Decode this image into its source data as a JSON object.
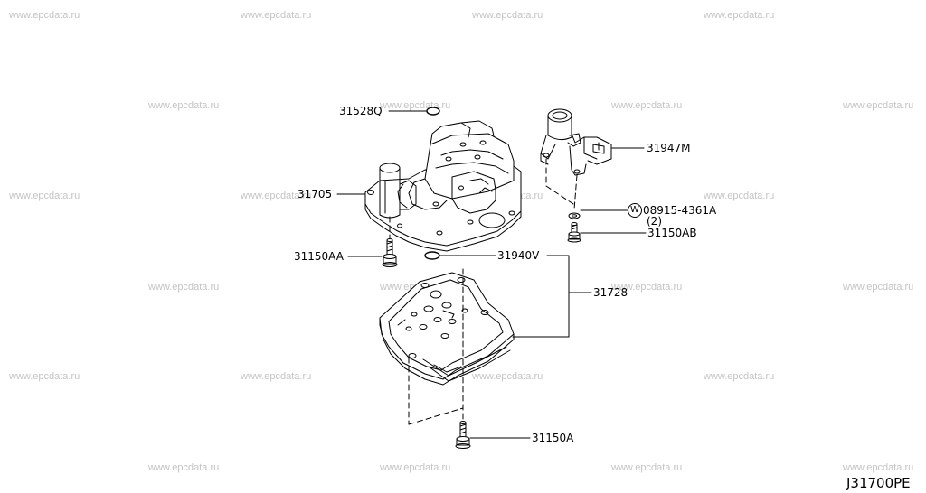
{
  "watermark": "www.epcdata.ru",
  "diagram_code": "J31700PE",
  "parts": {
    "p31528q": "31528Q",
    "p31705": "31705",
    "p31150aa": "31150AA",
    "p31947m": "31947M",
    "p08915": "08915-4361A",
    "p08915_qty": "(2)",
    "washer_mark": "W",
    "p31150ab": "31150AB",
    "p31940v": "31940V",
    "p31728": "31728",
    "p31150a": "31150A"
  }
}
